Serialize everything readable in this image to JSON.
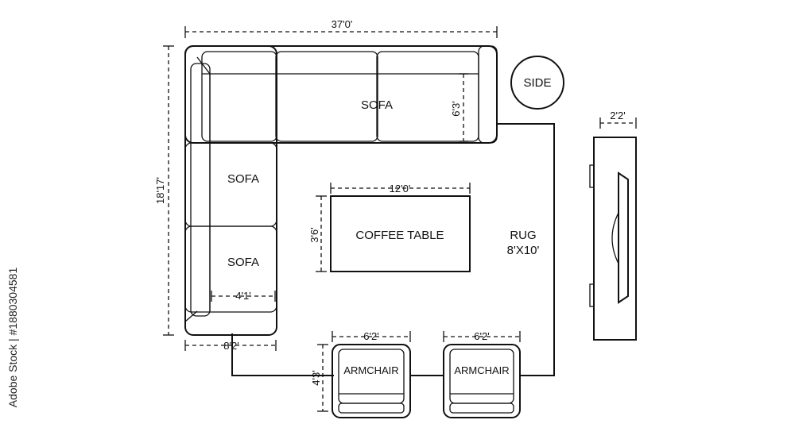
{
  "dimensions": {
    "overall_width": "37'0'",
    "overall_depth": "18'17'",
    "sofa_depth": "6'3'",
    "sofa_seat_width": "4'1'",
    "sectional_width": "8'2'",
    "coffee_table_width": "12'0'",
    "coffee_table_depth": "3'6'",
    "armchair_left_width": "6'2'",
    "armchair_right_width": "6'2'",
    "armchair_depth": "4'3'",
    "tv_depth": "2'2'"
  },
  "labels": {
    "sofa_top": "SOFA",
    "sofa_left_upper": "SOFA",
    "sofa_left_lower": "SOFA",
    "coffee_table": "COFFEE TABLE",
    "rug": "RUG",
    "rug_size": "8'X10'",
    "side_table": "SIDE",
    "armchair_left": "ARMCHAIR",
    "armchair_right": "ARMCHAIR"
  },
  "watermark": "Adobe Stock | #1880304581"
}
